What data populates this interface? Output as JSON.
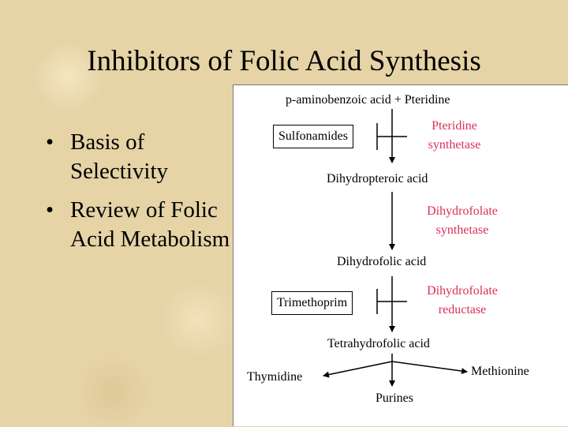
{
  "slide": {
    "title": "Inhibitors of Folic Acid Synthesis",
    "bullets": [
      {
        "marker": "•",
        "text": "Basis of Selectivity"
      },
      {
        "marker": "•",
        "text": "Review of Folic Acid Metabolism"
      }
    ]
  },
  "diagram": {
    "substrate": "p-aminobenzoic acid + Pteridine",
    "step1": {
      "inhibitor": "Sulfonamides",
      "enzyme_line1": "Pteridine",
      "enzyme_line2": "synthetase"
    },
    "product1": "Dihydropteroic acid",
    "step2": {
      "enzyme_line1": "Dihydrofolate",
      "enzyme_line2": "synthetase"
    },
    "product2": "Dihydrofolic acid",
    "step3": {
      "inhibitor": "Trimethoprim",
      "enzyme_line1": "Dihydrofolate",
      "enzyme_line2": "reductase"
    },
    "product3": "Tetrahydrofolic acid",
    "branches": {
      "left": "Thymidine",
      "right": "Methionine",
      "down": "Purines"
    },
    "colors": {
      "enzyme": "#d8305a",
      "text": "#000000"
    }
  }
}
